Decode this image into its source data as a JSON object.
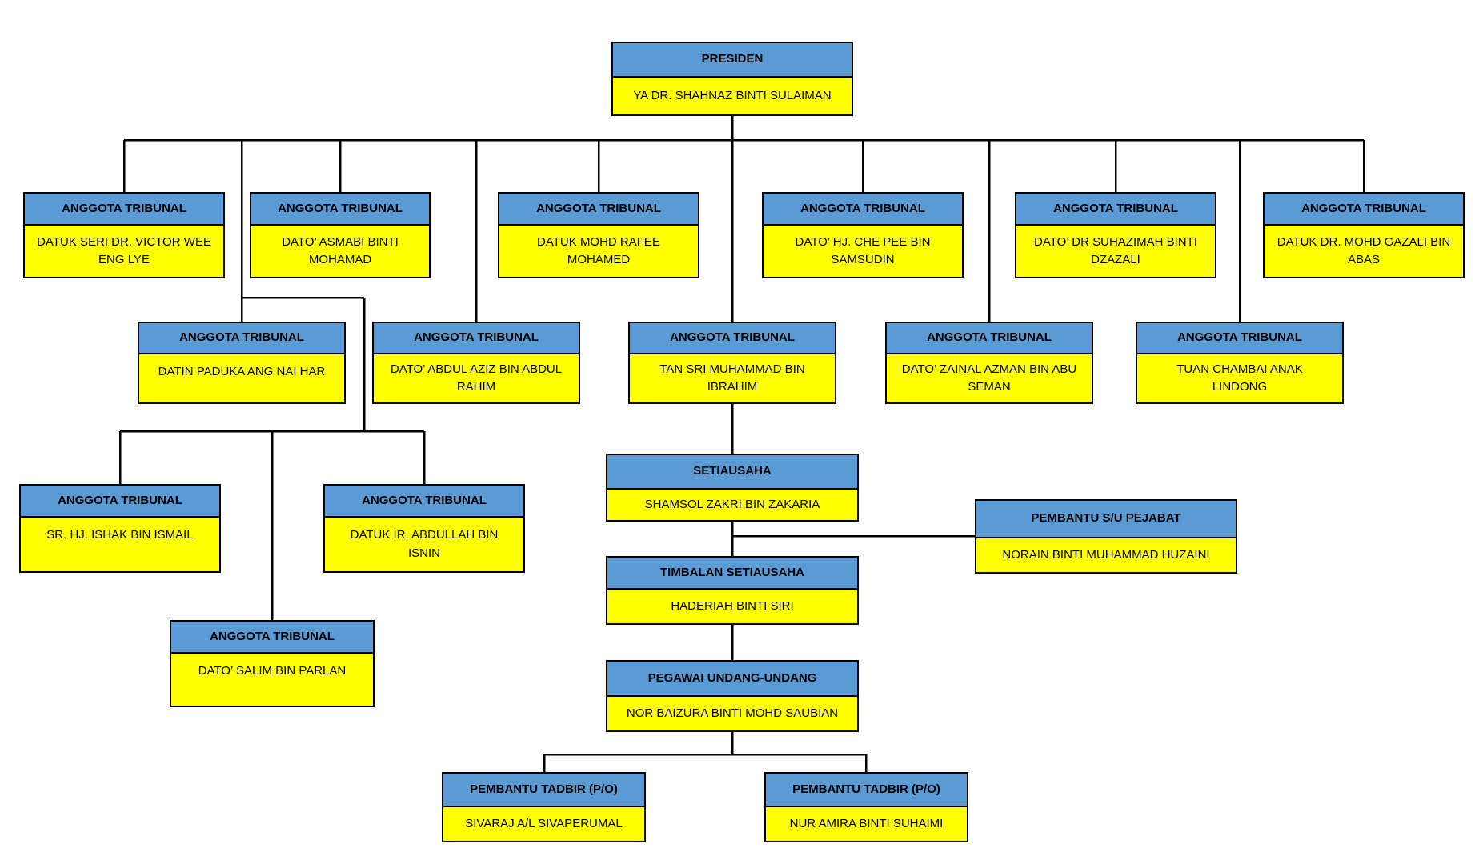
{
  "colors": {
    "header_bg": "#5B9BD5",
    "name_bg": "#FFFF00",
    "border": "#000000",
    "connector": "#000000",
    "text": "#000000"
  },
  "boxes": {
    "presiden": {
      "role": "PRESIDEN",
      "name": "YA DR. SHAHNAZ BINTI SULAIMAN"
    },
    "tribunal_row1": [
      {
        "role": "ANGGOTA TRIBUNAL",
        "name": "DATUK SERI DR. VICTOR WEE ENG LYE"
      },
      {
        "role": "ANGGOTA TRIBUNAL",
        "name": "DATO’ ASMABI BINTI MOHAMAD"
      },
      {
        "role": "ANGGOTA TRIBUNAL",
        "name": "DATUK MOHD RAFEE MOHAMED"
      },
      {
        "role": "ANGGOTA TRIBUNAL",
        "name": "DATO’ HJ. CHE PEE BIN SAMSUDIN"
      },
      {
        "role": "ANGGOTA TRIBUNAL",
        "name": "DATO’ DR SUHAZIMAH BINTI DZAZALI"
      },
      {
        "role": "ANGGOTA TRIBUNAL",
        "name": "DATUK DR. MOHD GAZALI BIN ABAS"
      }
    ],
    "tribunal_row2": [
      {
        "role": "ANGGOTA TRIBUNAL",
        "name": "DATIN PADUKA ANG NAI HAR"
      },
      {
        "role": "ANGGOTA TRIBUNAL",
        "name": "DATO’ ABDUL AZIZ BIN ABDUL RAHIM"
      },
      {
        "role": "ANGGOTA TRIBUNAL",
        "name": "TAN SRI MUHAMMAD BIN IBRAHIM"
      },
      {
        "role": "ANGGOTA TRIBUNAL",
        "name": "DATO’ ZAINAL AZMAN BIN ABU SEMAN"
      },
      {
        "role": "ANGGOTA TRIBUNAL",
        "name": "TUAN CHAMBAI ANAK LINDONG"
      }
    ],
    "tribunal_row3": [
      {
        "role": "ANGGOTA TRIBUNAL",
        "name": "SR. HJ. ISHAK BIN ISMAIL"
      },
      {
        "role": "ANGGOTA TRIBUNAL",
        "name": "DATUK IR. ABDULLAH BIN ISNIN"
      }
    ],
    "tribunal_row4": [
      {
        "role": "ANGGOTA TRIBUNAL",
        "name": "DATO’ SALIM BIN PARLAN"
      }
    ],
    "secretariat": {
      "setiausaha": {
        "role": "SETIAUSAHA",
        "name": "SHAMSOL ZAKRI BIN ZAKARIA"
      },
      "pembantu_su": {
        "role": "PEMBANTU S/U PEJABAT",
        "name": "NORAIN BINTI MUHAMMAD HUZAINI"
      },
      "timbalan": {
        "role": "TIMBALAN SETIAUSAHA",
        "name": "HADERIAH BINTI SIRI"
      },
      "pegawai": {
        "role": "PEGAWAI UNDANG-UNDANG",
        "name": "NOR BAIZURA BINTI MOHD SAUBIAN"
      },
      "tadbir1": {
        "role": "PEMBANTU TADBIR (P/O)",
        "name": "SIVARAJ A/L SIVAPERUMAL"
      },
      "tadbir2": {
        "role": "PEMBANTU TADBIR (P/O)",
        "name": "NUR AMIRA BINTI SUHAIMI"
      }
    }
  }
}
